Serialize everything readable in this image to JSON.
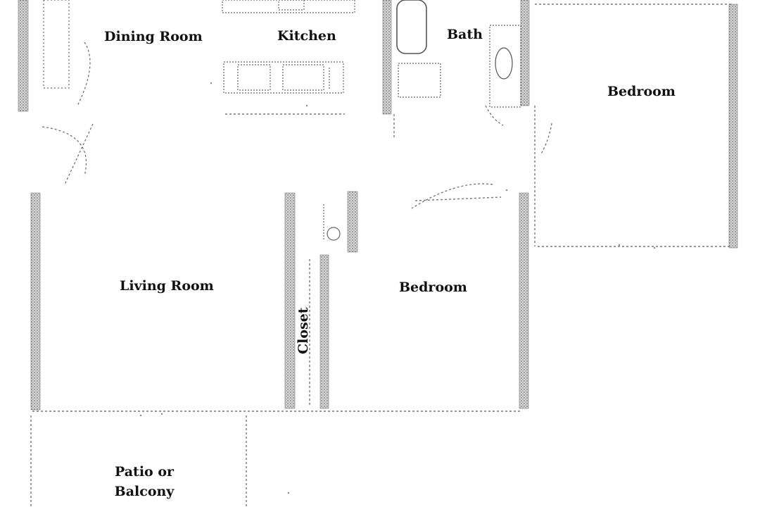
{
  "rooms": {
    "dining": "Dining Room",
    "kitchen": "Kitchen",
    "bath": "Bath",
    "bedroom_1": "Bedroom",
    "living": "Living Room",
    "bedroom_2": "Bedroom",
    "closet": "Closet",
    "patio_line1": "Patio or",
    "patio_line2": "Balcony"
  },
  "colors": {
    "wall_fill": "#b9b9b9",
    "wall_stroke": "#555555",
    "line": "#777777"
  }
}
